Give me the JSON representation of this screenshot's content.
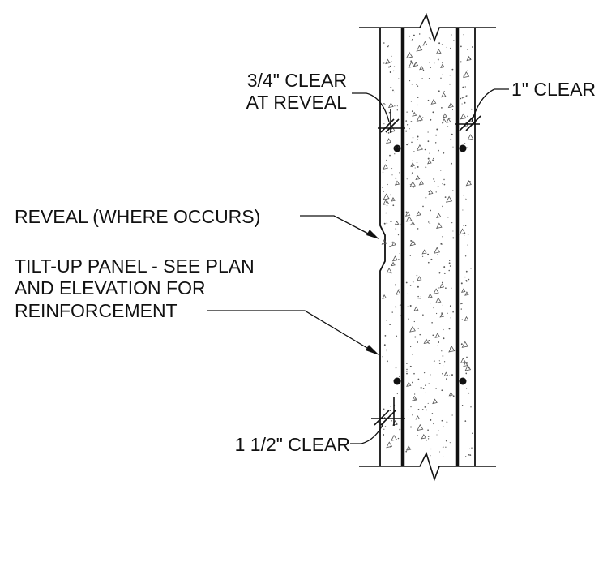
{
  "callouts": {
    "clear_reveal_line1": "3/4\" CLEAR",
    "clear_reveal_line2": "AT REVEAL",
    "clear_right": "1\" CLEAR",
    "reveal": "REVEAL (WHERE OCCURS)",
    "panel_line1": "TILT-UP PANEL - SEE PLAN",
    "panel_line2": "AND ELEVATION FOR",
    "panel_line3": "REINFORCEMENT",
    "clear_bottom": "1 1/2\" CLEAR"
  },
  "colors": {
    "ink": "#111111",
    "background": "#ffffff"
  }
}
